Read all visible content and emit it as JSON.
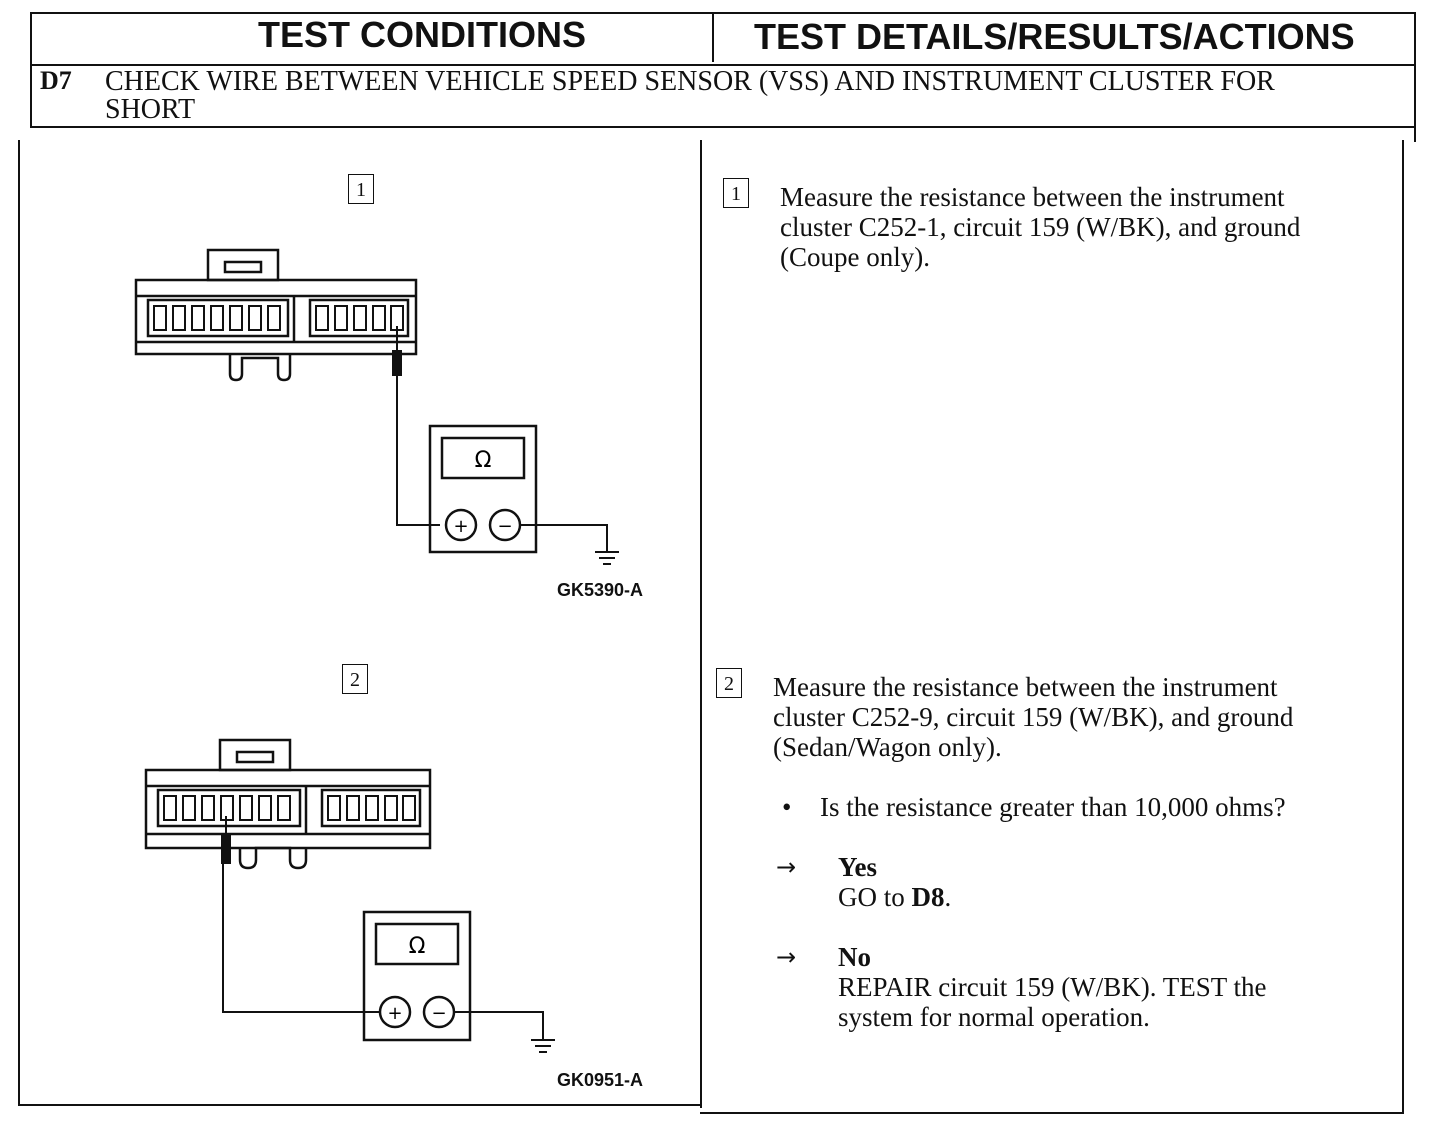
{
  "header": {
    "left": "TEST CONDITIONS",
    "right": "TEST DETAILS/RESULTS/ACTIONS"
  },
  "step": {
    "id": "D7",
    "title_line1": "CHECK WIRE BETWEEN VEHICLE SPEED SENSOR (VSS) AND INSTRUMENT CLUSTER FOR",
    "title_line2": "SHORT"
  },
  "figures": [
    {
      "number": "1",
      "meter_symbol": "Ω",
      "plus": "+",
      "minus": "−",
      "code": "GK5390-A"
    },
    {
      "number": "2",
      "meter_symbol": "Ω",
      "plus": "+",
      "minus": "−",
      "code": "GK0951-A"
    }
  ],
  "details": [
    {
      "number": "1",
      "lines": [
        "Measure the resistance between the instrument",
        "cluster C252-1, circuit 159 (W/BK), and ground",
        "(Coupe only)."
      ]
    },
    {
      "number": "2",
      "lines": [
        "Measure the resistance between the instrument",
        "cluster C252-9, circuit 159 (W/BK), and ground",
        "(Sedan/Wagon only)."
      ],
      "question_bullet": "•",
      "question": "Is the resistance greater than 10,000 ohms?",
      "answers": [
        {
          "arrow": "→",
          "label": "Yes",
          "action_prefix": "GO to ",
          "action_bold": "D8",
          "action_suffix": "."
        },
        {
          "arrow": "→",
          "label": "No",
          "action_line1": "REPAIR circuit 159 (W/BK). TEST the",
          "action_line2": "system for normal operation."
        }
      ]
    }
  ]
}
